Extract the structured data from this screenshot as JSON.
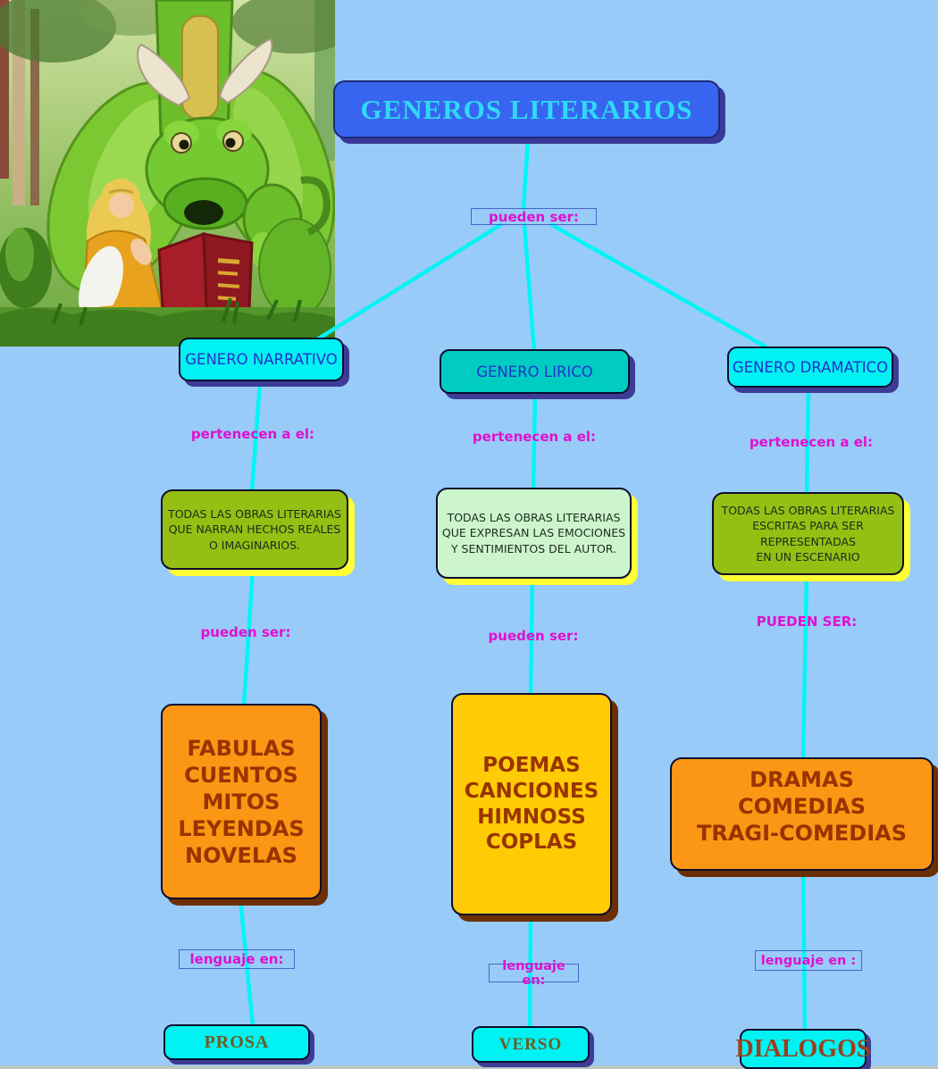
{
  "title": "GENEROS LITERARIOS",
  "root": {
    "connector_label": "pueden ser:"
  },
  "illustration": {
    "description": "girl reading a red book to a green dragon"
  },
  "columns": [
    {
      "genre": "GENERO NARRATIVO",
      "belong_label": "pertenecen a el:",
      "definition": "TODAS LAS OBRAS LITERARIAS\nQUE NARRAN HECHOS REALES\nO IMAGINARIOS.",
      "can_be_label": "pueden ser:",
      "examples": "FABULAS\nCUENTOS\nMITOS\nLEYENDAS\nNOVELAS",
      "language_label": "lenguaje en:",
      "language": "PROSA"
    },
    {
      "genre": "GENERO LIRICO",
      "belong_label": "pertenecen a el:",
      "definition": "TODAS LAS OBRAS LITERARIAS\nQUE EXPRESAN LAS EMOCIONES\nY SENTIMIENTOS DEL AUTOR.",
      "can_be_label": "pueden ser:",
      "examples": "POEMAS\nCANCIONES\nHIMNOSS\nCOPLAS",
      "language_label": "lenguaje en:",
      "language": "VERSO"
    },
    {
      "genre": "GENERO DRAMATICO",
      "belong_label": "pertenecen a el:",
      "definition": "TODAS LAS OBRAS LITERARIAS\nESCRITAS PARA SER\nREPRESENTADAS\nEN UN ESCENARIO",
      "can_be_label": "PUEDEN SER:",
      "examples": "DRAMAS\nCOMEDIAS\nTRAGI-COMEDIAS",
      "language_label": "lenguaje en :",
      "language": "DIALOGOS"
    }
  ],
  "colors": {
    "background": "#99CBF8",
    "connector": "#00F5F5",
    "title_fill": "#3865F0",
    "title_text": "#2FD9F7",
    "genre_cyan": "#00F2F2",
    "genre_teal": "#00CCC2",
    "definition_olive": "#95BF13",
    "definition_lightgreen": "#CCF5CC",
    "definition_shadow": "#FFFF33",
    "examples_orange": "#FB9714",
    "examples_gold": "#FFCB05",
    "examples_text": "#993300",
    "label_magenta": "#E010D0",
    "genre_text_blue": "#2333CB"
  }
}
